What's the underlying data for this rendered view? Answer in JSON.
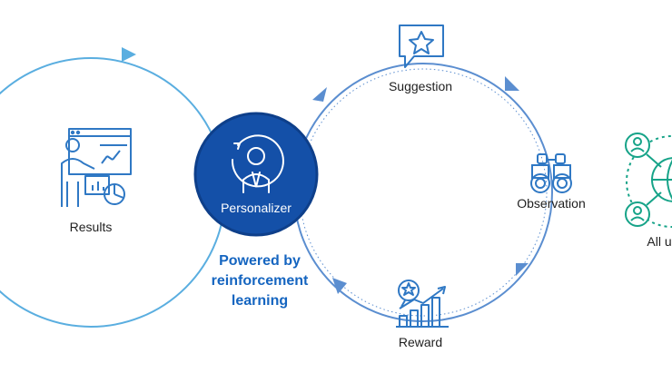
{
  "center": {
    "label": "Personalizer"
  },
  "tagline": [
    "Powered by",
    "reinforcement",
    "learning"
  ],
  "loop_steps": {
    "suggestion": "Suggestion",
    "observation": "Observation",
    "reward": "Reward"
  },
  "results": {
    "label": "Results"
  },
  "users": {
    "label": "All u"
  },
  "colors": {
    "outer_circle": "#5aaee0",
    "loop_circle": "#5b8ed0",
    "icon_blue": "#2f78c4",
    "center_fill": "#1450a8",
    "center_ring": "#0e3f8a",
    "tagline": "#1565c0",
    "teal": "#16a388"
  },
  "icons": [
    "presentation-icon",
    "star-chat-icon",
    "binoculars-icon",
    "reward-chart-icon",
    "person-icon",
    "users-network-icon"
  ]
}
